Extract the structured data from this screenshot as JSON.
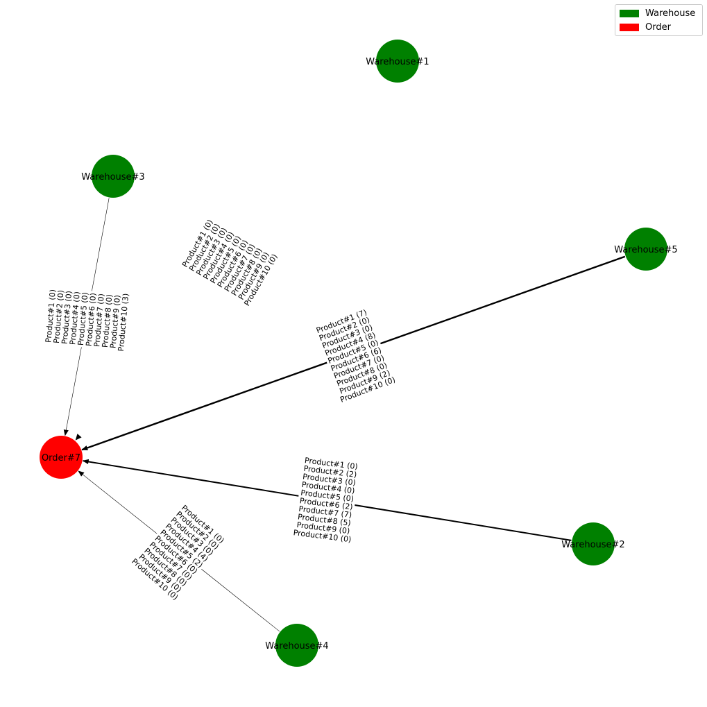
{
  "colors": {
    "warehouse": "#008000",
    "order": "#ff0000",
    "edge": "#000000"
  },
  "legend": {
    "items": [
      {
        "label": "Warehouse",
        "color": "#008000"
      },
      {
        "label": "Order",
        "color": "#ff0000"
      }
    ]
  },
  "nodes": [
    {
      "id": "Warehouse#1",
      "label": "Warehouse#1",
      "kind": "warehouse"
    },
    {
      "id": "Warehouse#3",
      "label": "Warehouse#3",
      "kind": "warehouse"
    },
    {
      "id": "Warehouse#5",
      "label": "Warehouse#5",
      "kind": "warehouse"
    },
    {
      "id": "Order#7",
      "label": "Order#7",
      "kind": "order"
    },
    {
      "id": "Warehouse#2",
      "label": "Warehouse#2",
      "kind": "warehouse"
    },
    {
      "id": "Warehouse#4",
      "label": "Warehouse#4",
      "kind": "warehouse"
    }
  ],
  "edges": [
    {
      "source": "Warehouse#1",
      "target": "Order#7",
      "lines": [
        "Product#1 (0)",
        "Product#2 (0)",
        "Product#3 (0)",
        "Product#4 (0)",
        "Product#5 (0)",
        "Product#6 (0)",
        "Product#7 (0)",
        "Product#8 (0)",
        "Product#9 (0)",
        "Product#10 (0)"
      ]
    },
    {
      "source": "Warehouse#3",
      "target": "Order#7",
      "lines": [
        "Product#1 (0)",
        "Product#2 (0)",
        "Product#3 (0)",
        "Product#4 (0)",
        "Product#5 (0)",
        "Product#6 (0)",
        "Product#7 (0)",
        "Product#8 (0)",
        "Product#9 (0)",
        "Product#10 (3)"
      ]
    },
    {
      "source": "Warehouse#5",
      "target": "Order#7",
      "lines": [
        "Product#1 (7)",
        "Product#2 (0)",
        "Product#3 (0)",
        "Product#4 (8)",
        "Product#5 (0)",
        "Product#6 (6)",
        "Product#7 (0)",
        "Product#8 (0)",
        "Product#9 (2)",
        "Product#10 (0)"
      ]
    },
    {
      "source": "Warehouse#2",
      "target": "Order#7",
      "lines": [
        "Product#1 (0)",
        "Product#2 (2)",
        "Product#3 (0)",
        "Product#4 (0)",
        "Product#5 (0)",
        "Product#6 (2)",
        "Product#7 (7)",
        "Product#8 (5)",
        "Product#9 (0)",
        "Product#10 (0)"
      ]
    },
    {
      "source": "Warehouse#4",
      "target": "Order#7",
      "lines": [
        "Product#1 (0)",
        "Product#2 (0)",
        "Product#3 (0)",
        "Product#4 (4)",
        "Product#5 (2)",
        "Product#6 (0)",
        "Product#7 (0)",
        "Product#8 (0)",
        "Product#9 (0)",
        "Product#10 (0)"
      ]
    }
  ]
}
